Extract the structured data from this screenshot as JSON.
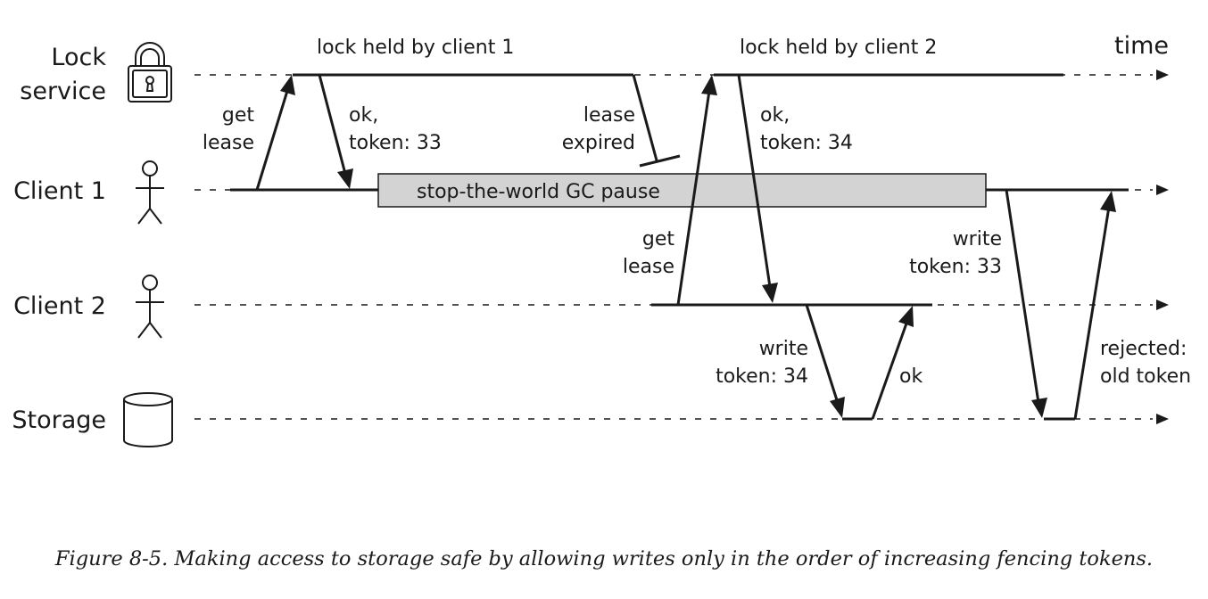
{
  "actors": {
    "lock_service": [
      "Lock",
      "service"
    ],
    "client1": "Client 1",
    "client2": "Client 2",
    "storage": "Storage"
  },
  "axis_label": "time",
  "annotations": {
    "lock_held_1": "lock held by client 1",
    "lock_held_2": "lock held by client 2",
    "get_lease_1": [
      "get",
      "lease"
    ],
    "ok_token_33": [
      "ok,",
      "token: 33"
    ],
    "lease_expired": [
      "lease",
      "expired"
    ],
    "gc_pause": "stop-the-world GC pause",
    "get_lease_2": [
      "get",
      "lease"
    ],
    "ok_token_34": [
      "ok,",
      "token: 34"
    ],
    "write_token_34": [
      "write",
      "token: 34"
    ],
    "ok": "ok",
    "write_token_33": [
      "write",
      "token: 33"
    ],
    "rejected": [
      "rejected:",
      "old token"
    ]
  },
  "caption": "Figure 8-5. Making access to storage safe by allowing writes only in the order of increasing fencing tokens."
}
